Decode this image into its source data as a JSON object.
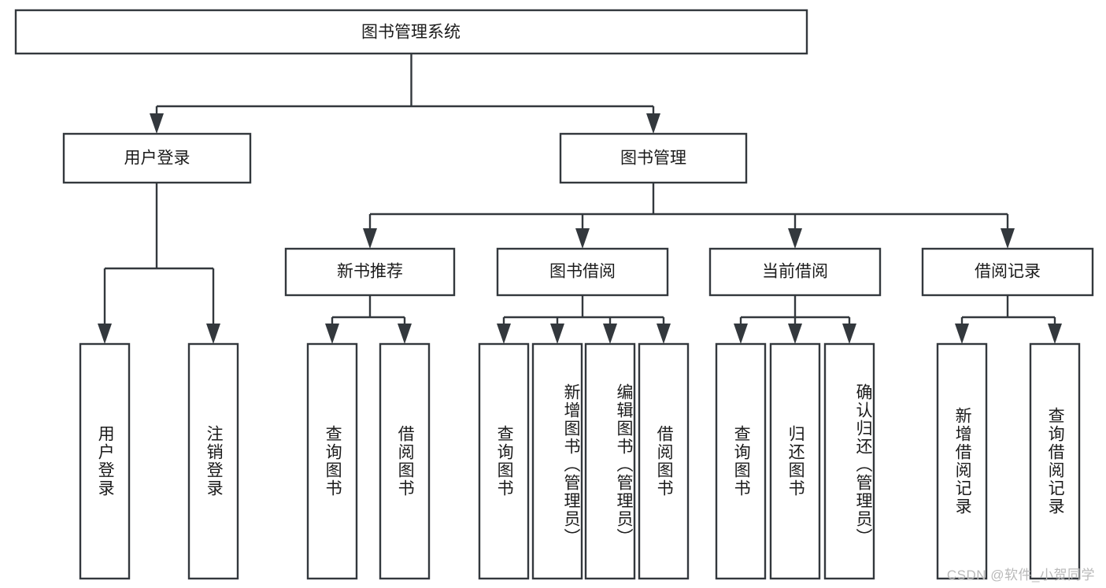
{
  "diagram": {
    "type": "tree-hierarchy-chart",
    "title": "图书管理系统",
    "colors": {
      "stroke": "#33383d",
      "box_fill": "#ffffff",
      "text": "#1b1b1b",
      "background": "#ffffff",
      "watermark": "#b9b9b9"
    },
    "levels": {
      "root": {
        "label": "图书管理系统",
        "orientation": "horizontal"
      },
      "level2": [
        {
          "label": "用户登录",
          "orientation": "horizontal"
        },
        {
          "label": "图书管理",
          "orientation": "horizontal"
        }
      ],
      "level3": [
        {
          "label": "新书推荐",
          "orientation": "horizontal"
        },
        {
          "label": "图书借阅",
          "orientation": "horizontal"
        },
        {
          "label": "当前借阅",
          "orientation": "horizontal"
        },
        {
          "label": "借阅记录",
          "orientation": "horizontal"
        }
      ],
      "leaves": [
        {
          "label": "用户登录",
          "orientation": "vertical",
          "parent": "用户登录"
        },
        {
          "label": "注销登录",
          "orientation": "vertical",
          "parent": "用户登录"
        },
        {
          "label": "查询图书",
          "orientation": "vertical",
          "parent": "新书推荐"
        },
        {
          "label": "借阅图书",
          "orientation": "vertical",
          "parent": "新书推荐"
        },
        {
          "label": "查询图书",
          "orientation": "vertical",
          "parent": "图书借阅"
        },
        {
          "label": "新增图书（管理员）",
          "orientation": "vertical",
          "parent": "图书借阅"
        },
        {
          "label": "编辑图书（管理员）",
          "orientation": "vertical",
          "parent": "图书借阅"
        },
        {
          "label": "借阅图书",
          "orientation": "vertical",
          "parent": "图书借阅"
        },
        {
          "label": "查询图书",
          "orientation": "vertical",
          "parent": "当前借阅"
        },
        {
          "label": "归还图书",
          "orientation": "vertical",
          "parent": "当前借阅"
        },
        {
          "label": "确认归还（管理员）",
          "orientation": "vertical",
          "parent": "当前借阅"
        },
        {
          "label": "新增借阅记录",
          "orientation": "vertical",
          "parent": "借阅记录"
        },
        {
          "label": "查询借阅记录",
          "orientation": "vertical",
          "parent": "借阅记录"
        }
      ]
    }
  },
  "watermark": {
    "text": "CSDN @软件_小贺同学"
  }
}
